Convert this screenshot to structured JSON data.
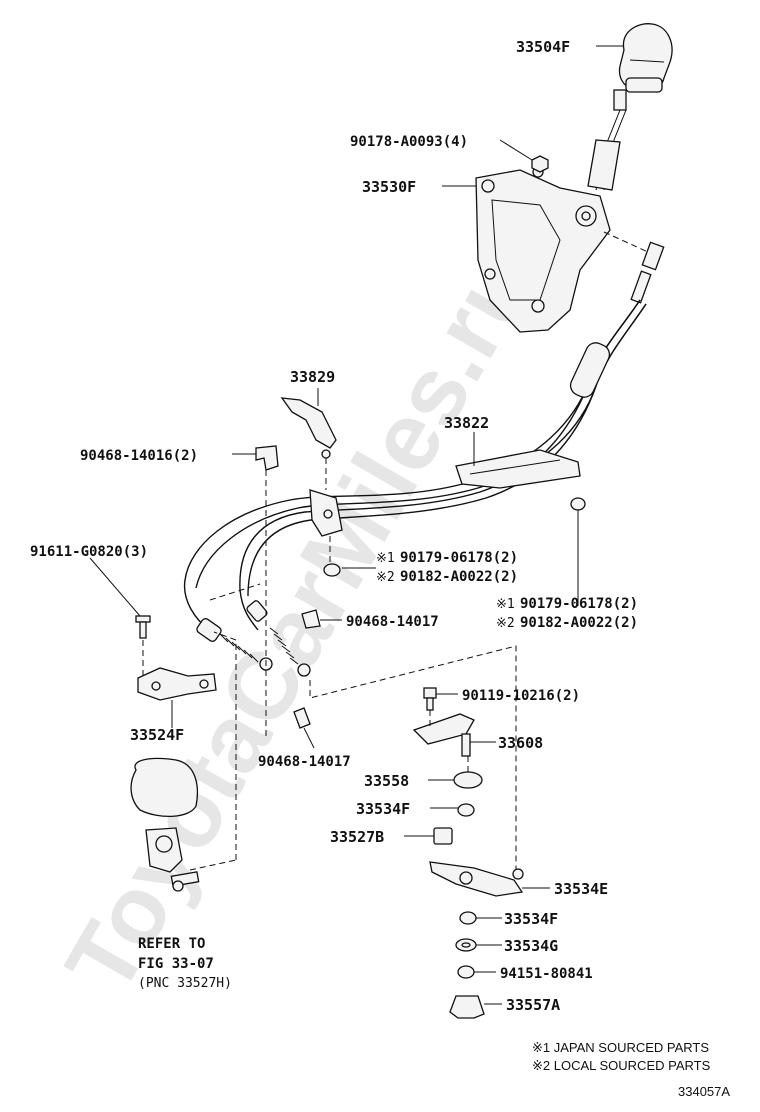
{
  "watermark": "ToyotaCarMiles.ru",
  "labels": {
    "knob": "33504F",
    "bolt_a": "90178-A0093(4)",
    "shift_assy": "33530F",
    "bracket_top": "33829",
    "retainer": "33822",
    "clip_left": "90468-14016(2)",
    "nut_mid_1": "90179-06178(2)",
    "nut_mid_2": "90182-A0022(2)",
    "bolt_left": "91611-G0820(3)",
    "nut_right_1": "90179-06178(2)",
    "nut_right_2": "90182-A0022(2)",
    "clip_mid": "90468-14017",
    "bolt_lever": "90119-10216(2)",
    "bracket_left": "33524F",
    "lever": "33608",
    "clip_low": "90468-14017",
    "bushing": "33558",
    "bush_f_upper": "33534F",
    "block": "33527B",
    "arm": "33534E",
    "bush_f_lower": "33534F",
    "washer_g": "33534G",
    "nut_lower": "94151-80841",
    "cap": "33557A"
  },
  "marks": {
    "m1": "※1",
    "m2": "※2"
  },
  "refer": {
    "line1": "REFER TO",
    "line2": "FIG 33-07",
    "line3": "(PNC 33527H)"
  },
  "legend": {
    "line1": "※1 JAPAN SOURCED PARTS",
    "line2": "※2 LOCAL SOURCED PARTS"
  },
  "figure_id": "334057A"
}
